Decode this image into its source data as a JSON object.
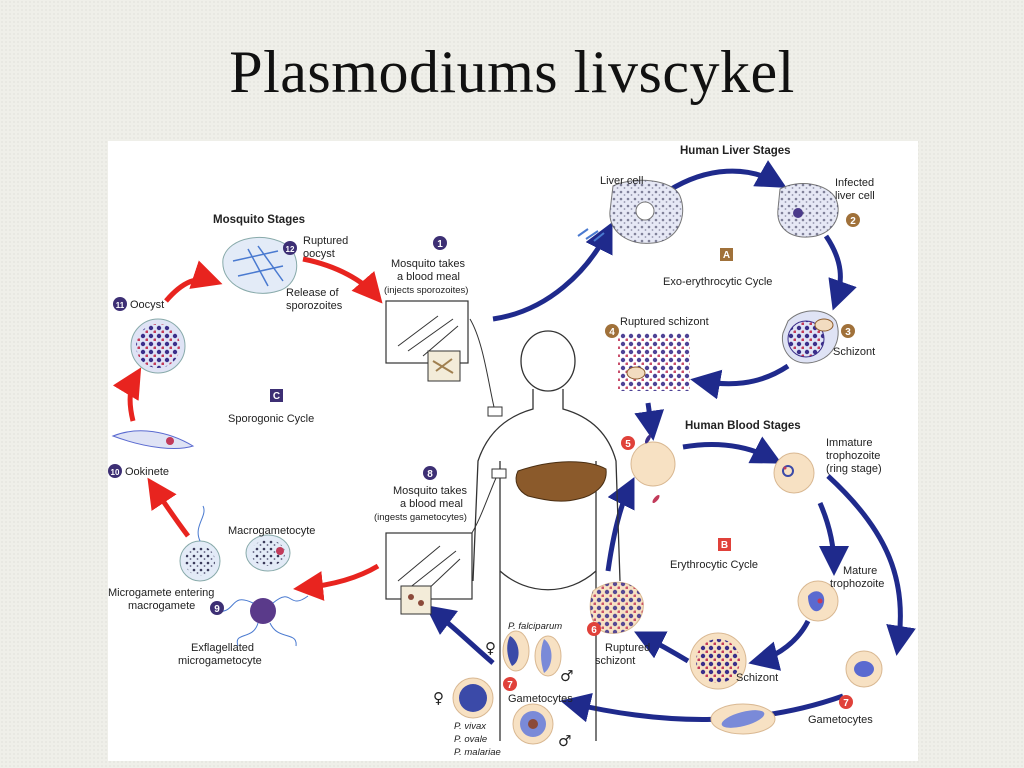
{
  "slide": {
    "title": "Plasmodiums livscykel"
  },
  "sections": {
    "liver": "Human Liver Stages",
    "mosquito": "Mosquito Stages",
    "blood": "Human Blood Stages"
  },
  "cycles": {
    "a_letter": "A",
    "a_label": "Exo-erythrocytic Cycle",
    "b_letter": "B",
    "b_label": "Erythrocytic Cycle",
    "c_letter": "C",
    "c_label": "Sporogonic Cycle"
  },
  "steps": {
    "n1": "1",
    "s1_l1": "Mosquito takes",
    "s1_l2": "a blood meal",
    "s1_l3": "(injects sporozoites)",
    "n2": "2",
    "s2_l1": "Infected",
    "s2_l2": "liver cell",
    "liver_cell": "Liver cell",
    "n3": "3",
    "s3": "Schizont",
    "n4": "4",
    "s4": "Ruptured schizont",
    "n5": "5",
    "immature_l1": "Immature",
    "immature_l2": "trophozoite",
    "immature_l3": "(ring stage)",
    "mature_l1": "Mature",
    "mature_l2": "trophozoite",
    "schizont_blood": "Schizont",
    "n6": "6",
    "s6_l1": "Ruptured",
    "s6_l2": "schizont",
    "n7": "7",
    "gametocytes": "Gametocytes",
    "n7b": "7",
    "gametocytes_b": "Gametocytes",
    "p_falciparum": "P. falciparum",
    "p_vivax": "P. vivax",
    "p_ovale": "P. ovale",
    "p_malariae": "P. malariae",
    "female": "♀",
    "male": "♂",
    "female2": "♀",
    "male2": "♂",
    "n8": "8",
    "s8_l1": "Mosquito takes",
    "s8_l2": "a blood meal",
    "s8_l3": "(ingests gametocytes)",
    "n9": "9",
    "s9_l1": "Microgamete entering",
    "s9_l2": "macrogamete",
    "macrogametocyte": "Macrogametocyte",
    "exfl_l1": "Exflagellated",
    "exfl_l2": "microgametocyte",
    "n10": "10",
    "s10": "Ookinete",
    "n11": "11",
    "s11": "Oocyst",
    "n12": "12",
    "s12_l1": "Ruptured",
    "s12_l2": "oocyst",
    "release_l1": "Release of",
    "release_l2": "sporozoites"
  },
  "colors": {
    "blue_arrow": "#1f2a8c",
    "red_arrow": "#e8241f",
    "badge_purple": "#3d2f74",
    "badge_brown": "#a0713a",
    "badge_red": "#e0413a",
    "rbc": "#f7e1c3",
    "liver_organ": "#8b5a2b"
  }
}
